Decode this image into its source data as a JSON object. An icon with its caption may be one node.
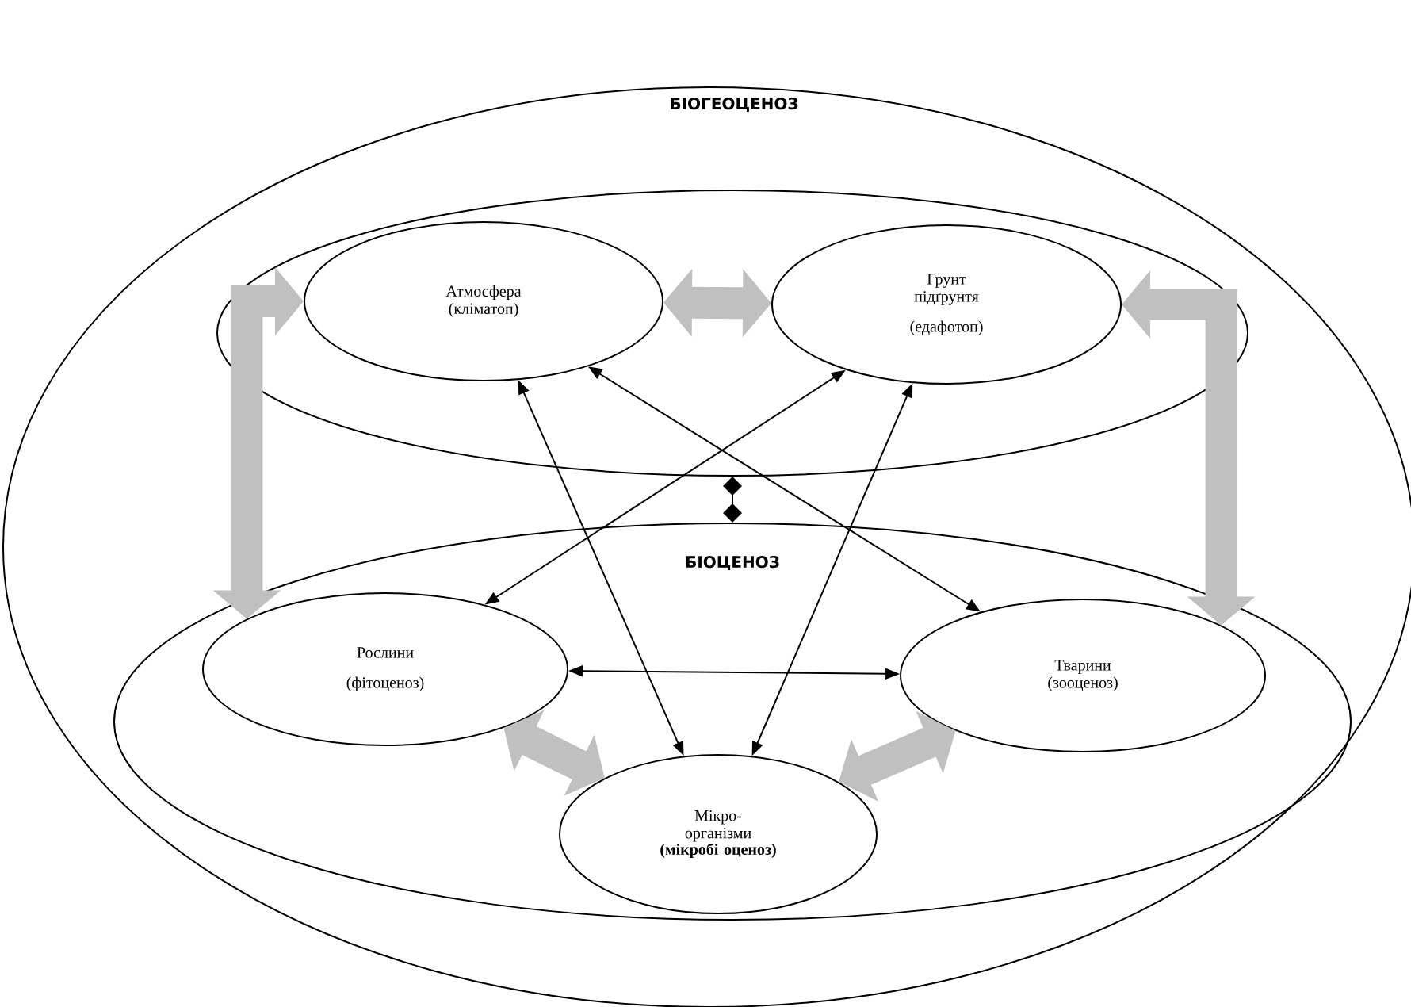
{
  "diagram": {
    "nodes": [
      {
        "text": [
          "БІОГЕОЦЕНОЗ"
        ]
      },
      {
        "text": [],
        "shape": "ellipse",
        "in": 0
      },
      {
        "text": [
          "Атмосфера (кліматоп)"
        ],
        "in": 1
      },
      {
        "text": [
          "Грунт підґрунтя",
          "(едафотоп)"
        ],
        "in": 1
      },
      {
        "text": [
          "БІОЦЕНОЗ"
        ],
        "in": 0
      },
      {
        "text": [
          "Рослини",
          "(фітоценоз)"
        ],
        "in": 4
      },
      {
        "text": [
          "Тварини (зооценоз)"
        ],
        "in": 4
      },
      {
        "text": [
          "Мікро- організми",
          "(мікробі оценоз)"
        ],
        "in": 4
      }
    ],
    "edges": [
      {
        "from": 2,
        "to": 3,
        "arrow": "both",
        "style": "thick",
        "color": "#c0c0c0"
      },
      {
        "from": 2,
        "to": 5,
        "arrow": "both",
        "style": "thick",
        "color": "#c0c0c0"
      },
      {
        "from": 3,
        "to": 6,
        "arrow": "both",
        "style": "thick",
        "color": "#c0c0c0"
      },
      {
        "from": 1,
        "to": 4,
        "arrow": "other"
      },
      {
        "from": 2,
        "to": 7,
        "arrow": "both"
      },
      {
        "from": 3,
        "to": 5,
        "arrow": "both"
      },
      {
        "from": 2,
        "to": 6,
        "arrow": "both"
      },
      {
        "from": 3,
        "to": 7,
        "arrow": "both"
      },
      {
        "from": 5,
        "to": 6,
        "arrow": "both"
      },
      {
        "from": 5,
        "to": 7,
        "arrow": "both",
        "style": "thick",
        "color": "#c0c0c0"
      },
      {
        "from": 6,
        "to": 7,
        "arrow": "both",
        "style": "thick",
        "color": "#c0c0c0"
      }
    ]
  }
}
